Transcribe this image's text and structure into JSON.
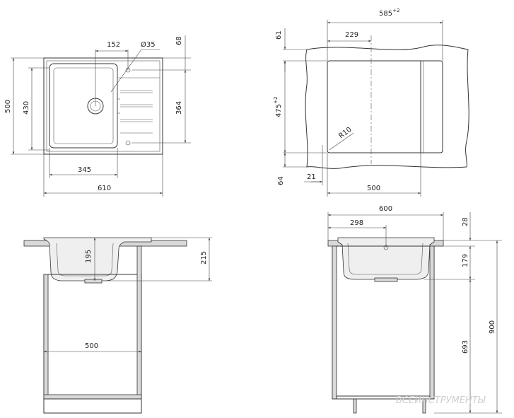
{
  "views": {
    "top_left": {
      "dims": {
        "d152": "152",
        "d35": "Ø35",
        "d68": "68",
        "d500": "500",
        "d430": "430",
        "d364": "364",
        "d345": "345",
        "d610": "610"
      }
    },
    "top_right": {
      "dims": {
        "d585": "585",
        "d585_tol": "+2",
        "d61": "61",
        "d229": "229",
        "d475": "475",
        "d475_tol": "+2",
        "r10": "R10",
        "d64": "64",
        "d21": "21",
        "d500": "500"
      }
    },
    "bottom_left": {
      "dims": {
        "d195": "195",
        "d215": "215",
        "d500": "500"
      }
    },
    "bottom_right": {
      "dims": {
        "d600": "600",
        "d298": "298",
        "d28": "28",
        "d179": "179",
        "d693": "693",
        "d900": "900"
      }
    }
  },
  "watermark": "ВСЕИНСТРУМЕНТЫ",
  "colors": {
    "line": "#333333",
    "fill_gray": "#d9d9d9",
    "background": "#ffffff"
  }
}
